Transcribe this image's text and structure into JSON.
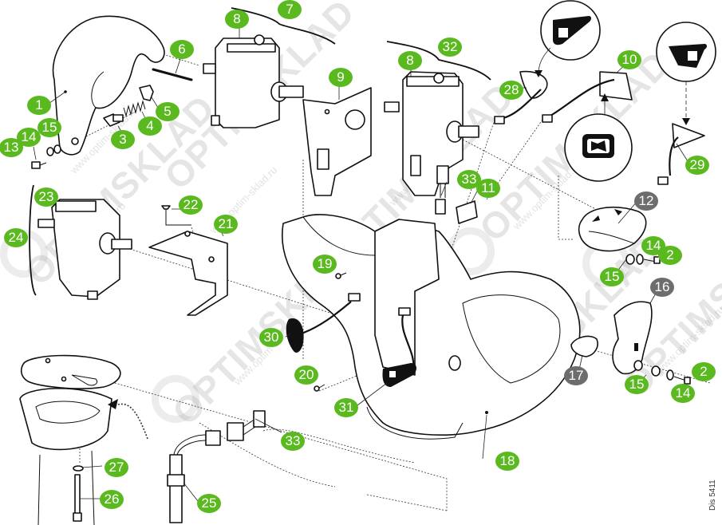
{
  "diagram": {
    "type": "exploded-parts-view",
    "drawing_reference": "Dis 5411",
    "watermark": {
      "brand": "OPTIMSKLAD",
      "url": "www.optim-sklad.ru"
    },
    "colors": {
      "callout_green": "#59b91f",
      "callout_grey": "#6d6d6d",
      "line": "#111111",
      "background": "#ffffff"
    },
    "callouts": [
      {
        "id": "c1",
        "label": "1",
        "style": "green"
      },
      {
        "id": "c2a",
        "label": "2",
        "style": "green"
      },
      {
        "id": "c2b",
        "label": "2",
        "style": "green"
      },
      {
        "id": "c3",
        "label": "3",
        "style": "green"
      },
      {
        "id": "c4",
        "label": "4",
        "style": "green"
      },
      {
        "id": "c5",
        "label": "5",
        "style": "green"
      },
      {
        "id": "c6",
        "label": "6",
        "style": "green"
      },
      {
        "id": "c7",
        "label": "7",
        "style": "green"
      },
      {
        "id": "c8a",
        "label": "8",
        "style": "green"
      },
      {
        "id": "c8b",
        "label": "8",
        "style": "green"
      },
      {
        "id": "c9",
        "label": "9",
        "style": "green"
      },
      {
        "id": "c10",
        "label": "10",
        "style": "green"
      },
      {
        "id": "c11",
        "label": "11",
        "style": "green"
      },
      {
        "id": "c12",
        "label": "12",
        "style": "grey"
      },
      {
        "id": "c13",
        "label": "13",
        "style": "green"
      },
      {
        "id": "c14a",
        "label": "14",
        "style": "green"
      },
      {
        "id": "c14b",
        "label": "14",
        "style": "green"
      },
      {
        "id": "c14c",
        "label": "14",
        "style": "green"
      },
      {
        "id": "c15a",
        "label": "15",
        "style": "green"
      },
      {
        "id": "c15b",
        "label": "15",
        "style": "green"
      },
      {
        "id": "c15c",
        "label": "15",
        "style": "green"
      },
      {
        "id": "c16",
        "label": "16",
        "style": "grey"
      },
      {
        "id": "c17",
        "label": "17",
        "style": "grey"
      },
      {
        "id": "c18",
        "label": "18",
        "style": "green"
      },
      {
        "id": "c19",
        "label": "19",
        "style": "green"
      },
      {
        "id": "c20",
        "label": "20",
        "style": "green"
      },
      {
        "id": "c21",
        "label": "21",
        "style": "green"
      },
      {
        "id": "c22",
        "label": "22",
        "style": "green"
      },
      {
        "id": "c23",
        "label": "23",
        "style": "green"
      },
      {
        "id": "c24",
        "label": "24",
        "style": "green"
      },
      {
        "id": "c25",
        "label": "25",
        "style": "green"
      },
      {
        "id": "c26",
        "label": "26",
        "style": "green"
      },
      {
        "id": "c27",
        "label": "27",
        "style": "green"
      },
      {
        "id": "c28",
        "label": "28",
        "style": "green"
      },
      {
        "id": "c29",
        "label": "29",
        "style": "green"
      },
      {
        "id": "c30",
        "label": "30",
        "style": "green"
      },
      {
        "id": "c31",
        "label": "31",
        "style": "green"
      },
      {
        "id": "c32",
        "label": "32",
        "style": "green"
      },
      {
        "id": "c33a",
        "label": "33",
        "style": "green"
      },
      {
        "id": "c33b",
        "label": "33",
        "style": "green"
      }
    ],
    "detail_icons": [
      {
        "name": "lift-up-symbol",
        "description": "raise arrow decal"
      },
      {
        "name": "horn-symbol",
        "description": "horn decal"
      },
      {
        "name": "lower-down-symbol",
        "description": "lower arrow decal"
      }
    ]
  }
}
